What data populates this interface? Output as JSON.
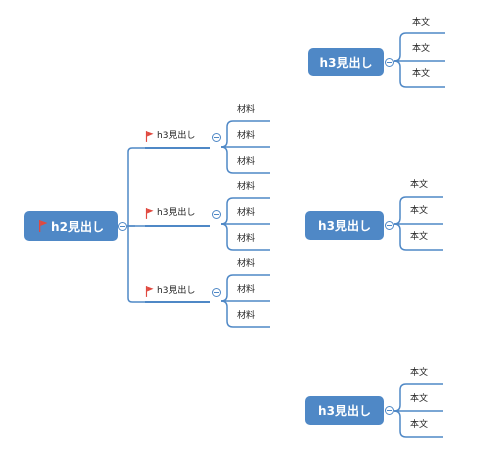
{
  "left_tree": {
    "root_label": "h2見出し",
    "branches": [
      {
        "label": "h3見出し",
        "items": [
          "材料",
          "材料",
          "材料"
        ]
      },
      {
        "label": "h3見出し",
        "items": [
          "材料",
          "材料",
          "材料"
        ]
      },
      {
        "label": "h3見出し",
        "items": [
          "材料",
          "材料",
          "材料"
        ]
      }
    ]
  },
  "right_trees": [
    {
      "label": "h3見出し",
      "items": [
        "本文",
        "本文",
        "本文"
      ]
    },
    {
      "label": "h3見出し",
      "items": [
        "本文",
        "本文",
        "本文"
      ]
    },
    {
      "label": "h3見出し",
      "items": [
        "本文",
        "本文",
        "本文"
      ]
    }
  ],
  "colors": {
    "node_fill": "#4f88c6",
    "connector": "#4f88c6",
    "flag": "#e0493f"
  }
}
